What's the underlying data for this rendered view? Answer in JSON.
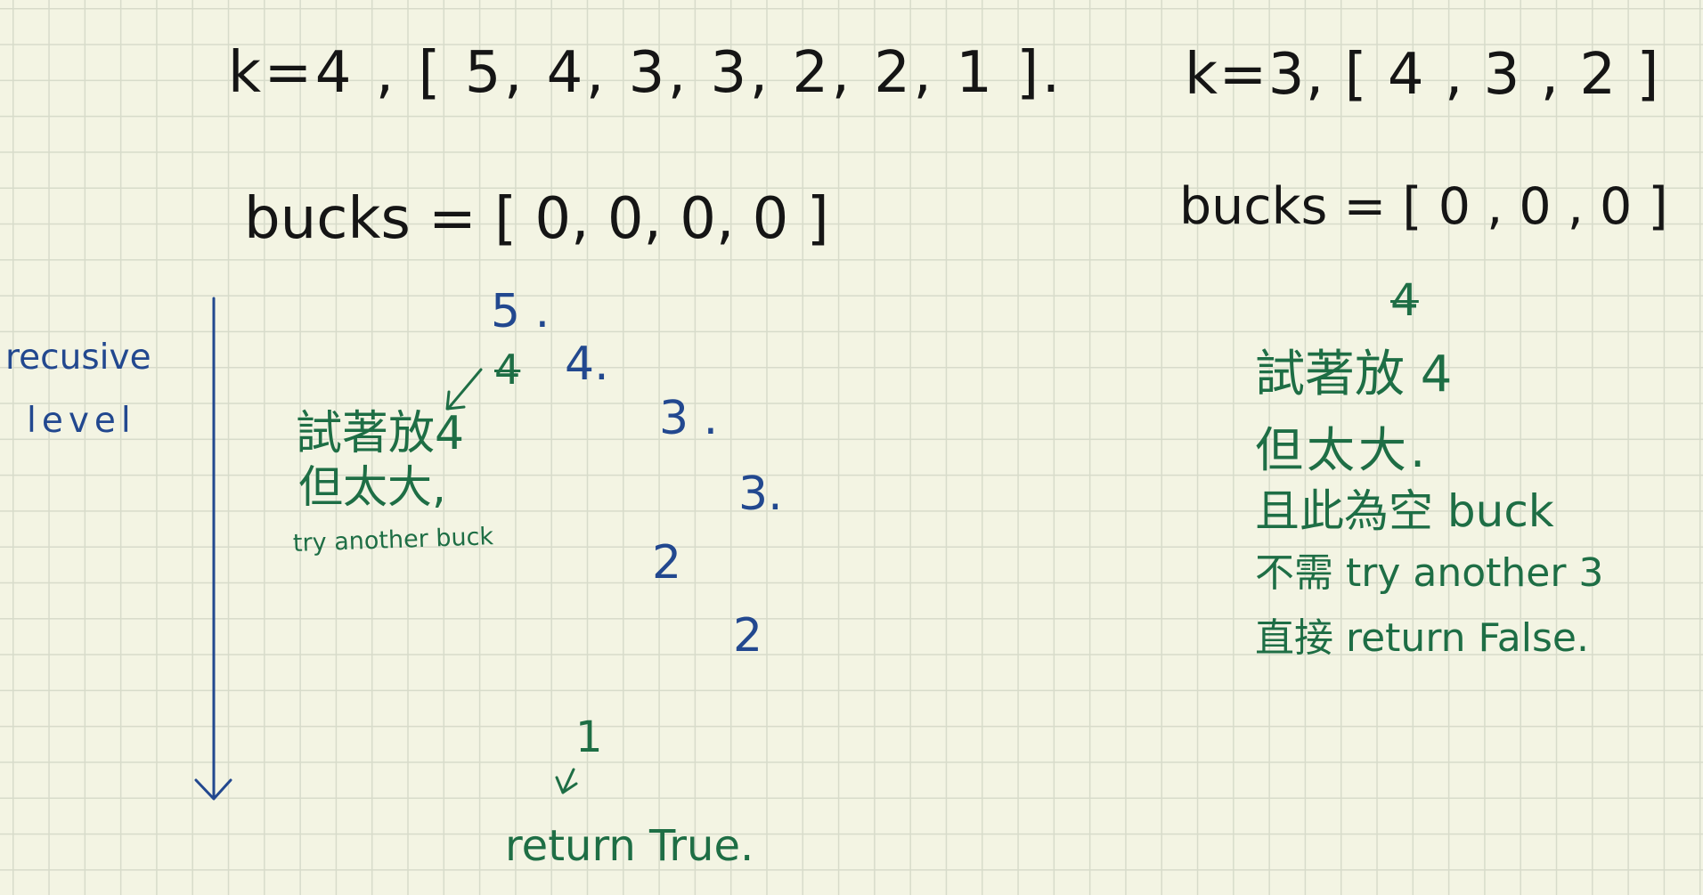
{
  "colors": {
    "paper": "#f3f4e3",
    "grid": "#d7dbca",
    "ink_black": "#151515",
    "ink_blue": "#22488f",
    "ink_green": "#1e6e45"
  },
  "left_example": {
    "problem": "k=4 , [ 5, 4, 3, 3, 2, 2, 1 ].",
    "buckets": "bucks = [ 0, 0, 0, 0 ]",
    "level_label": {
      "line1": "recusive",
      "line2": "level"
    },
    "steps": {
      "place_5": "5 .",
      "crossed_out": "4",
      "place_4": "4.",
      "place_3a": "3 .",
      "place_3b": "3.",
      "place_2a": "2",
      "place_2b": "2",
      "place_1": "1"
    },
    "note": {
      "line1": "試著放4",
      "line2": "但太大,",
      "line3": "try another buck"
    },
    "result": "return True."
  },
  "right_example": {
    "problem": "k=3, [ 4 , 3 , 2 ]",
    "buckets": "bucks = [ 0 , 0 , 0 ]",
    "crossed_out": "4",
    "note": {
      "line1": "試著放 4",
      "line2": "但太大.",
      "line3": "且此為空 buck",
      "line4": "不需 try another 3",
      "line5": "直接 return False."
    }
  }
}
